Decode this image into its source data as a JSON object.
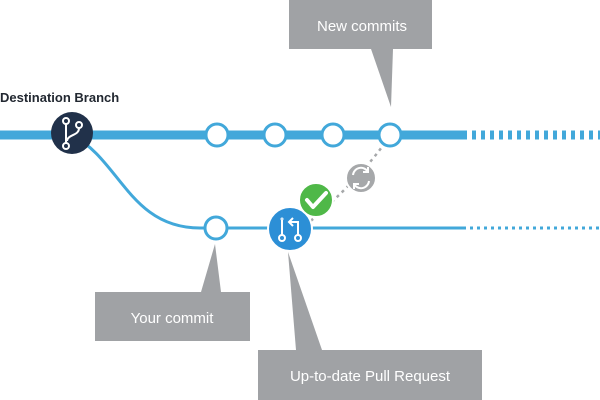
{
  "labels": {
    "destination_branch": "Destination Branch",
    "new_commits": "New commits",
    "your_commit": "Your commit",
    "pull_request": "Up-to-date Pull Request"
  },
  "colors": {
    "branch_blue": "#42a8da",
    "node_dark": "#21314a",
    "pr_node": "#2c8fd6",
    "commit_fill": "#ffffff",
    "callout_bg": "#a0a2a5",
    "check_green": "#4fb848",
    "sync_gray": "#a6a8aa",
    "dotted_gray": "#a6a8aa"
  },
  "icons": {
    "destination": "git-branch-icon",
    "pull_request": "pull-request-icon",
    "approved": "check-icon",
    "sync": "sync-icon"
  }
}
